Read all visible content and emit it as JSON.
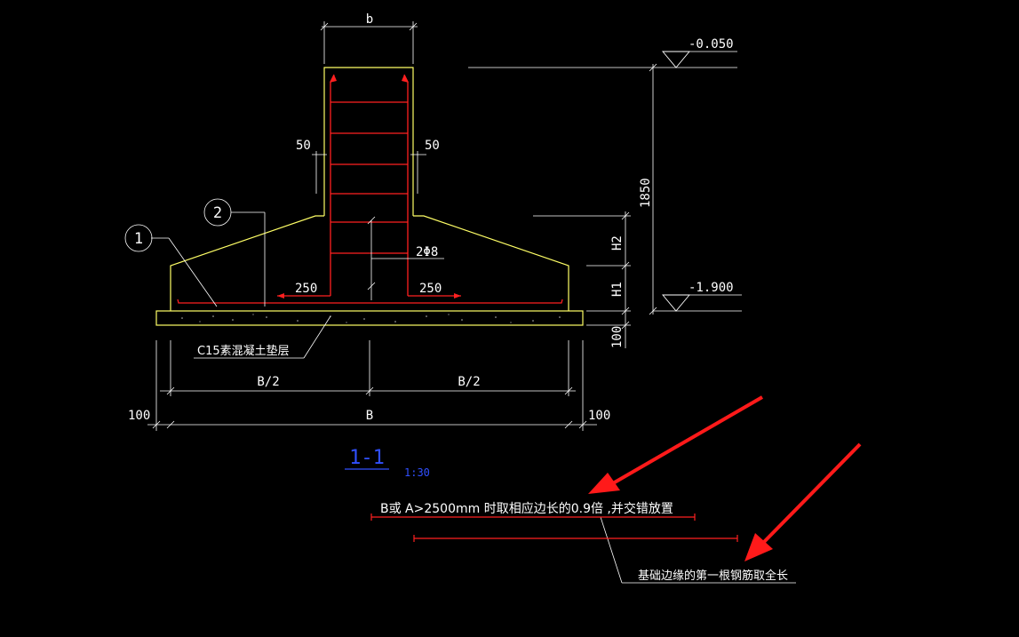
{
  "colors": {
    "background": "#000000",
    "outline": "#ffff66",
    "rebar": "#ff2020",
    "dimension": "#ffffff",
    "section_label": "#3050ff",
    "arrow": "#ff1a1a"
  },
  "dims": {
    "b": "b",
    "cover_left": "50",
    "cover_right": "50",
    "elev_top": "-0.050",
    "elev_bottom": "-1.900",
    "height_total": "1850",
    "h2": "H2",
    "h1": "H1",
    "pad_thickness": "100",
    "rebar_note": "2Φ8",
    "lap_left": "250",
    "lap_right": "250",
    "half_left": "B/2",
    "half_right": "B/2",
    "width_total": "B",
    "pad_ext_left": "100",
    "pad_ext_right": "100"
  },
  "callouts": {
    "c1": "1",
    "c2": "2"
  },
  "labels": {
    "pad_material": "C15素混凝土垫层",
    "section_mark": "1-1",
    "section_scale": "1:30",
    "note_1": "B或 A>2500mm  时取相应边长的0.9倍 ,并交错放置",
    "note_2": "基础边缘的第一根钢筋取全长"
  }
}
